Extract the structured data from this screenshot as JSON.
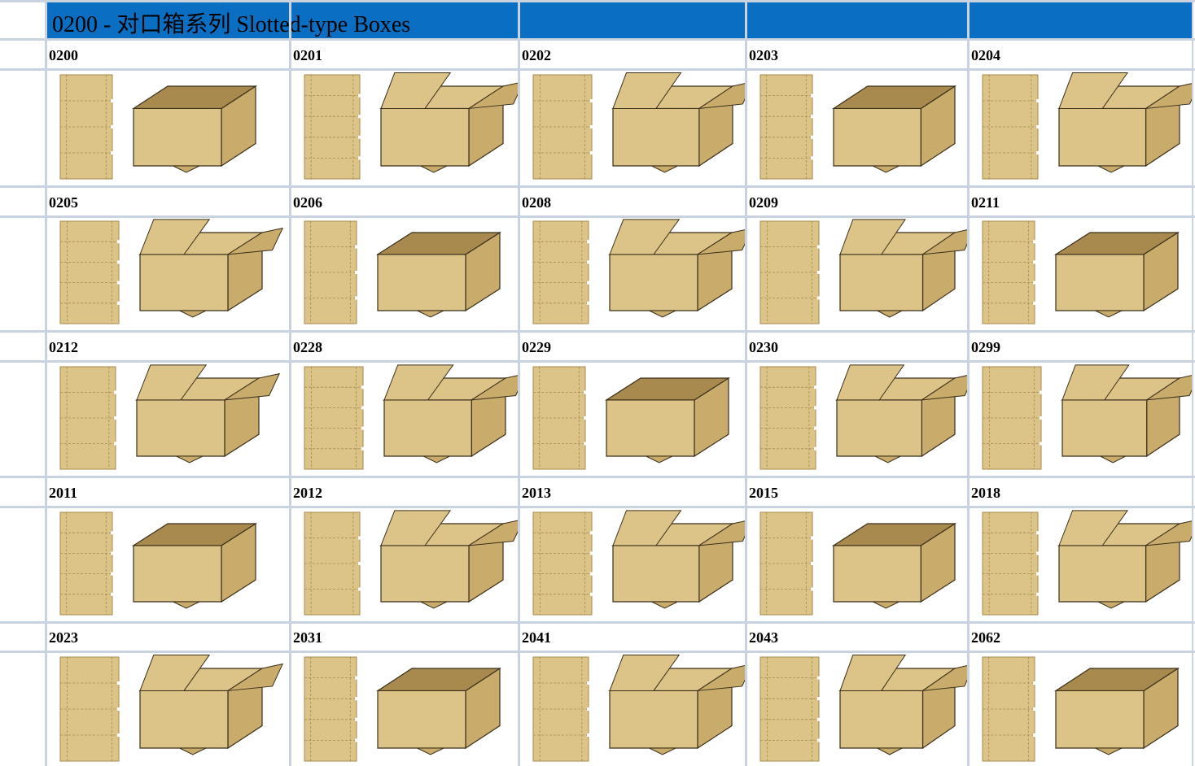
{
  "header": {
    "title": "0200 - 对口箱系列  Slotted-type Boxes"
  },
  "colors": {
    "header_blue": "#0a6fc2",
    "grid": "#c9d3df",
    "kraft_light": "#dcc387",
    "kraft_mid": "#c9ab6b",
    "kraft_dark": "#a98a4e",
    "outline": "#3a2f1a"
  },
  "rows": [
    {
      "codes": [
        "0200",
        "0201",
        "0202",
        "0203",
        "0204"
      ]
    },
    {
      "codes": [
        "0205",
        "0206",
        "0208",
        "0209",
        "0211"
      ]
    },
    {
      "codes": [
        "0212",
        "0228",
        "0229",
        "0230",
        "0299"
      ]
    },
    {
      "codes": [
        "2011",
        "2012",
        "2013",
        "2015",
        "2018"
      ]
    },
    {
      "codes": [
        "2023",
        "2031",
        "2041",
        "2043",
        "2062"
      ]
    }
  ]
}
